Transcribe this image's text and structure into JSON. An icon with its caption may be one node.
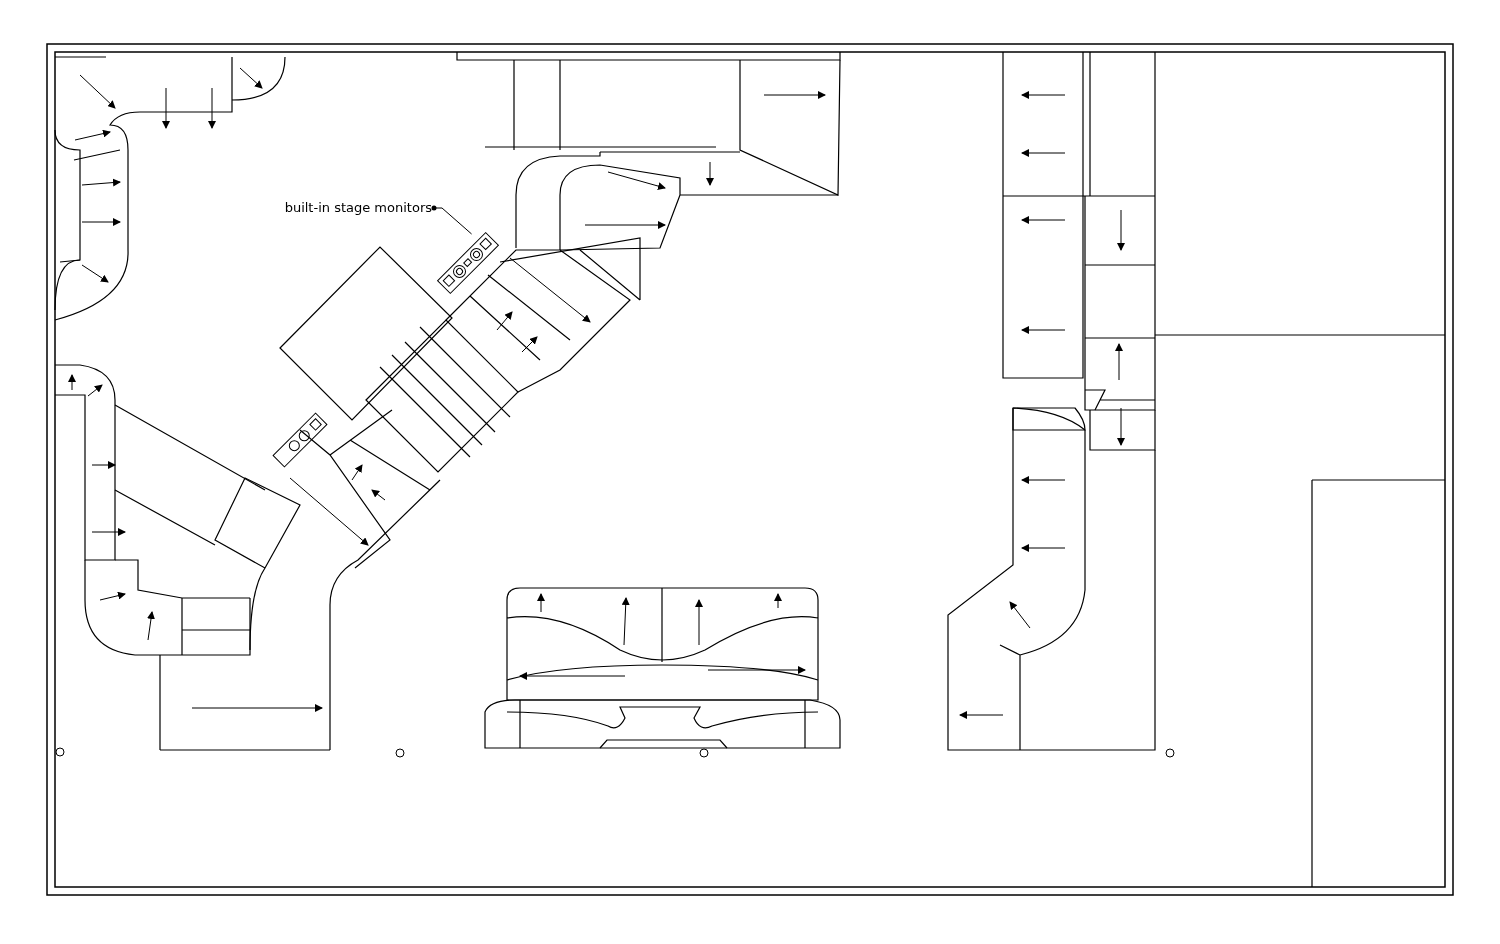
{
  "diagram": {
    "nodes": [
      {
        "text": [
          "built-in stage monitors"
        ]
      },
      {
        "text": [],
        "shape": "picture"
      }
    ],
    "edges": [
      {
        "from": 0,
        "to": 1,
        "arrow": "other"
      }
    ]
  }
}
